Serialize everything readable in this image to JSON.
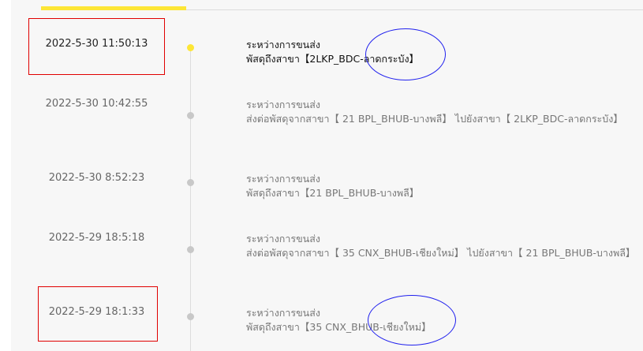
{
  "tab": {
    "active_color": "#fde636"
  },
  "events": [
    {
      "time": "2022-5-30 11:50:13",
      "status": "ระหว่างการขนส่ง",
      "detail": "พัสดุถึงสาขา【2LKP_BDC-ลาดกระบัง】",
      "active": true
    },
    {
      "time": "2022-5-30 10:42:55",
      "status": "ระหว่างการขนส่ง",
      "detail": "ส่งต่อพัสดุจากสาขา【 21 BPL_BHUB-บางพลี】 ไปยังสาขา【 2LKP_BDC-ลาดกระบัง】",
      "active": false
    },
    {
      "time": "2022-5-30 8:52:23",
      "status": "ระหว่างการขนส่ง",
      "detail": "พัสดุถึงสาขา【21 BPL_BHUB-บางพลี】",
      "active": false
    },
    {
      "time": "2022-5-29 18:5:18",
      "status": "ระหว่างการขนส่ง",
      "detail": "ส่งต่อพัสดุจากสาขา【 35 CNX_BHUB-เชียงใหม่】 ไปยังสาขา【 21 BPL_BHUB-บางพลี】",
      "active": false
    },
    {
      "time": "2022-5-29 18:1:33",
      "status": "ระหว่างการขนส่ง",
      "detail": "พัสดุถึงสาขา【35 CNX_BHUB-เชียงใหม่】",
      "active": false
    }
  ]
}
